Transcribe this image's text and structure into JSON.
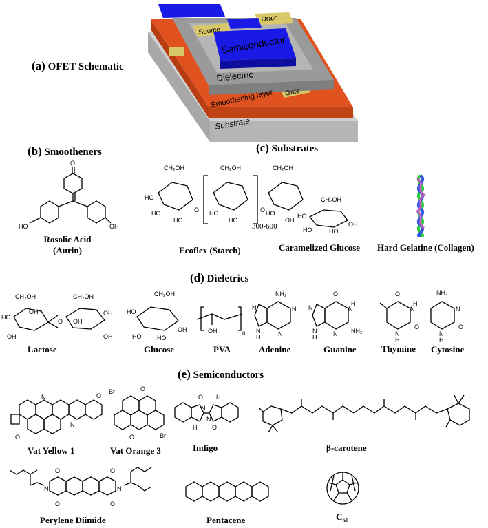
{
  "panel_a": {
    "tag": "(a)",
    "title": "OFET Schematic",
    "layers": {
      "source": "Source",
      "drain": "Drain",
      "semiconductor": "Semiconductor",
      "dielectric": "Dielectric",
      "gate": "Gate",
      "smoothening": "Smoothening layer",
      "substrate": "Substrate"
    },
    "colors": {
      "semiconductor": "#1a1ae6",
      "electrode": "#d9c86a",
      "dielectric": "#9a9a9a",
      "smoothening": "#e0521f",
      "substrate": "#cfcfcf"
    }
  },
  "panel_b": {
    "tag": "(b)",
    "title": "Smootheners",
    "items": [
      {
        "name_line1": "Rosolic Acid",
        "name_line2": "(Aurin)"
      }
    ],
    "atoms": {
      "o": "O",
      "ho": "HO",
      "oh": "OH"
    }
  },
  "panel_c": {
    "tag": "(c)",
    "title": "Substrates",
    "items": [
      {
        "name": "Ecoflex (Starch)"
      },
      {
        "name": "Caramelized Glucose"
      },
      {
        "name": "Hard Gelatine (Collagen)"
      }
    ],
    "repeat": "300-600",
    "atoms": {
      "ch2oh": "CH₂OH",
      "ho": "HO",
      "oh": "OH",
      "o": "O"
    }
  },
  "panel_d": {
    "tag": "(d)",
    "title": "Dieletrics",
    "items": [
      {
        "name": "Lactose"
      },
      {
        "name": "Glucose"
      },
      {
        "name": "PVA"
      },
      {
        "name": "Adenine"
      },
      {
        "name": "Guanine"
      },
      {
        "name": "Thymine"
      },
      {
        "name": "Cytosine"
      }
    ],
    "atoms": {
      "nh2": "NH₂",
      "n": "N",
      "h": "H",
      "o": "O",
      "oh": "OH",
      "ho": "HO",
      "ch2oh": "CH₂OH",
      "sub_n": "n"
    }
  },
  "panel_e": {
    "tag": "(e)",
    "title": "Semiconductors",
    "items": [
      {
        "name": "Vat Yellow 1"
      },
      {
        "name": "Vat Orange 3"
      },
      {
        "name": "Indigo"
      },
      {
        "name": "β-carotene"
      },
      {
        "name": "Perylene Diimide"
      },
      {
        "name": "Pentacene"
      },
      {
        "name": "C",
        "sub": "60"
      }
    ],
    "atoms": {
      "br": "Br",
      "o": "O",
      "n": "N",
      "h": "H"
    }
  }
}
